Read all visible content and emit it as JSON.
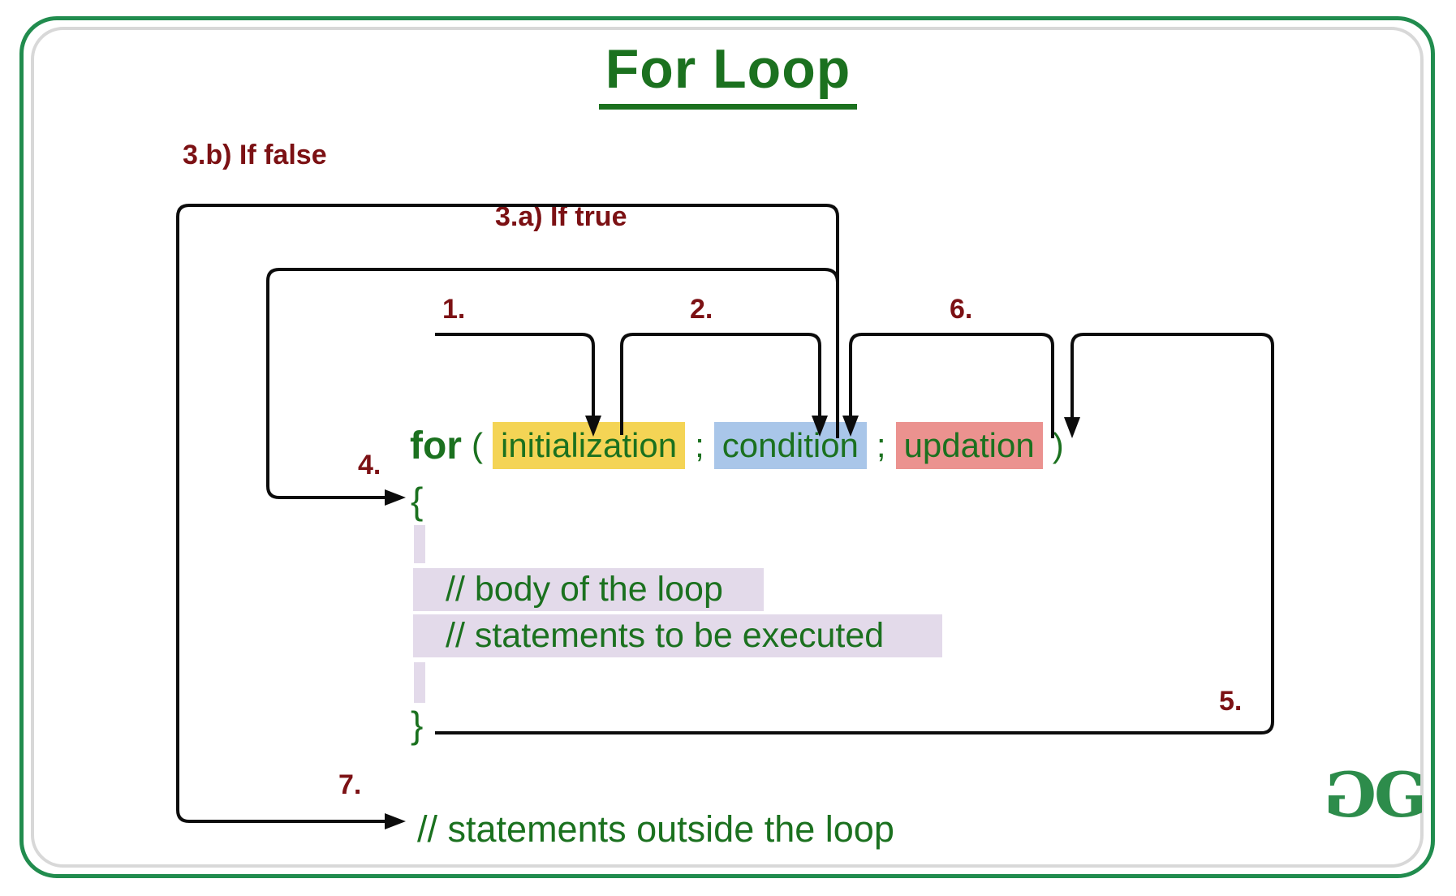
{
  "title": "For Loop",
  "annotations": {
    "if_false": "3.b) If false",
    "if_true": "3.a) If true",
    "step1": "1.",
    "step2": "2.",
    "step4": "4.",
    "step5": "5.",
    "step6": "6.",
    "step7": "7."
  },
  "code": {
    "keyword": "for",
    "open_paren": "(",
    "initialization": "initialization",
    "semicolon1": ";",
    "condition": "condition",
    "semicolon2": ";",
    "updation": "updation",
    "close_paren": ")",
    "open_brace": "{",
    "body_comment": "// body of the loop",
    "statements_comment": "// statements to be executed",
    "close_brace": "}",
    "outside_comment": "// statements outside the loop"
  },
  "logo": {
    "g_left": "G",
    "g_right": "G"
  },
  "colors": {
    "frame_green": "#218c4e",
    "frame_gray": "#d8d8d8",
    "text_green": "#1b711f",
    "label_maroon": "#7c1114",
    "line_black": "#0c0c0c",
    "highlight_yellow": "#f4d455",
    "highlight_blue": "#a9c6e9",
    "highlight_red": "#eb928f",
    "highlight_lavender": "#e3daea",
    "logo_green": "#2d8c4b"
  }
}
